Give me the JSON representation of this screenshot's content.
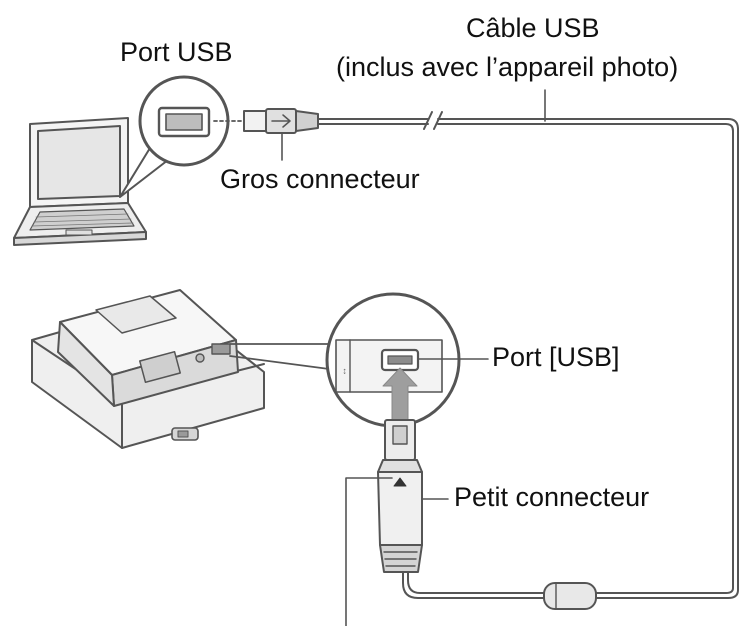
{
  "labels": {
    "cable_title": "Câble USB",
    "cable_note": "(inclus avec l’appareil photo)",
    "pc_port": "Port USB",
    "large_connector": "Gros connecteur",
    "camera_port": "Port [USB]",
    "small_connector": "Petit connecteur"
  },
  "icons": {
    "laptop": "laptop-icon",
    "camera_cradle": "camera-cradle-icon",
    "usb_large_plug": "usb-a-plug-icon",
    "usb_small_plug": "mini-usb-plug-icon"
  },
  "colors": {
    "line": "#555555",
    "fill_light": "#f2f2f2",
    "fill_mid": "#d4d4d4",
    "fill_dark": "#9a9a9a",
    "text": "#111111"
  }
}
